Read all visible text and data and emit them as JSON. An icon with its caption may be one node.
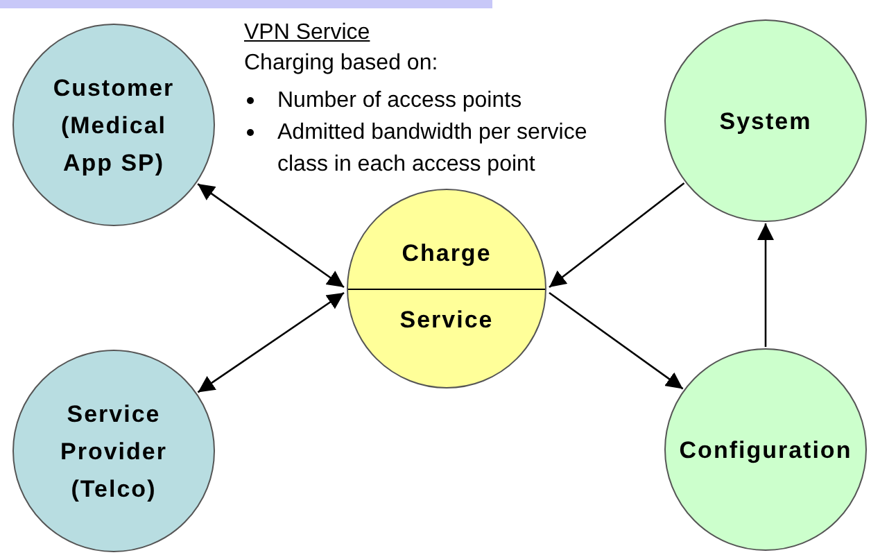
{
  "diagram": {
    "nodes": [
      {
        "text": [
          "Customer (Medical App SP)"
        ]
      },
      {
        "text": [
          "Service Provider (Telco)"
        ]
      },
      {
        "text": [
          "Charge",
          "Service"
        ]
      },
      {
        "text": [
          "System"
        ]
      },
      {
        "text": [
          "Configuration"
        ]
      }
    ],
    "edges": [
      {
        "from": 0,
        "to": 2,
        "arrow": "both"
      },
      {
        "from": 1,
        "to": 2,
        "arrow": "both"
      },
      {
        "from": 3,
        "to": 2,
        "arrow": "to"
      },
      {
        "from": 2,
        "to": 4,
        "arrow": "to"
      },
      {
        "from": 4,
        "to": 3,
        "arrow": "to"
      }
    ],
    "labels": [
      "VPN Service",
      "Charging based on:",
      "Number of access points",
      "Admitted bandwidth per service class in each access point"
    ]
  }
}
